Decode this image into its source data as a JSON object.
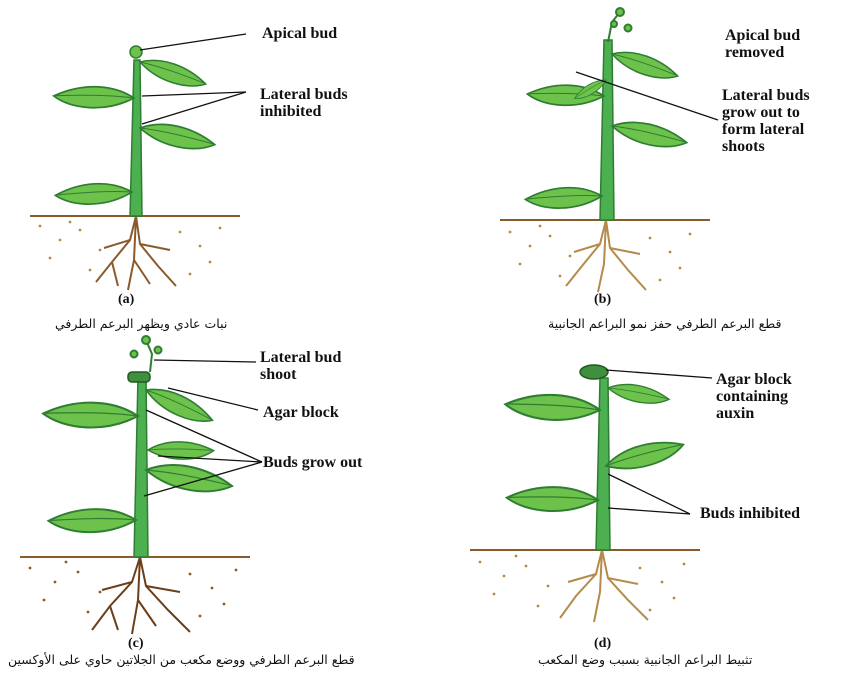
{
  "panels": [
    {
      "id": "(a)",
      "caption": "نبات عادي ويظهر البرعم الطرفي",
      "labels": [
        "Apical bud",
        "Lateral buds\ninhibited"
      ]
    },
    {
      "id": "(b)",
      "caption": "قطع البرعم الطرفي حفز نمو البراعم الجانبية",
      "labels": [
        "Apical bud\nremoved",
        "Lateral buds\ngrow out to\nform lateral\nshoots"
      ]
    },
    {
      "id": "(c)",
      "caption": "قطع البرعم الطرفي ووضع مكعب من الجلاتين حاوي على الأوكسين",
      "labels": [
        "Lateral bud\nshoot",
        "Agar block",
        "Buds grow out"
      ]
    },
    {
      "id": "(d)",
      "caption": "تثبيط البراعم الجانبية بسبب وضع المكعب",
      "labels": [
        "Agar block\ncontaining\nauxin",
        "Buds inhibited"
      ]
    }
  ],
  "colors": {
    "leaf": "#6cc24a",
    "leaf_dark": "#2f7d32",
    "stem": "#4caf50",
    "soil": "#b58a4a",
    "root": "#8a5a2b",
    "agar": "#3e8f3e"
  }
}
